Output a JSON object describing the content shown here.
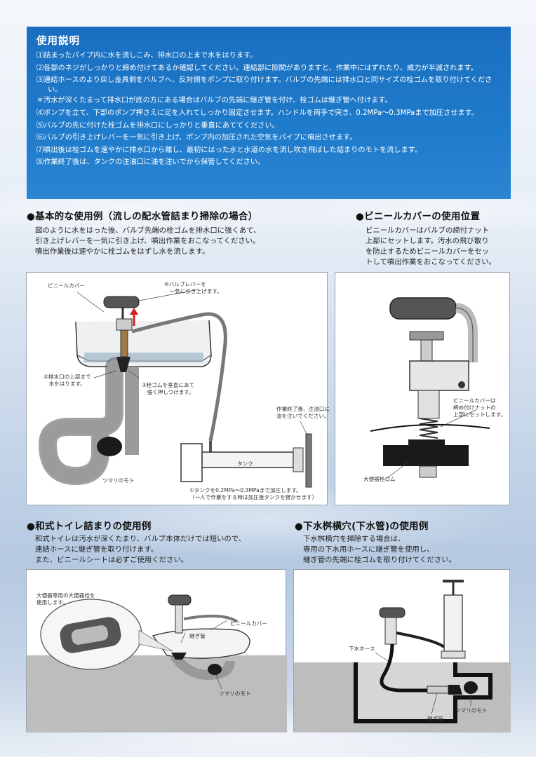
{
  "instructions": {
    "title": "使用説明",
    "steps": [
      "⑴詰まったパイプ内に水を流しこみ、排水口の上まで水をはります。",
      "⑵各部のネジがしっかりと締め付けてあるか確認してください。連結部に隙間がありますと、作業中にはずれたり、威力が半減されます。",
      "⑶連結ホースのより戻し金具側をバルブへ、反対側をポンプに取り付けます。バルブの先端には排水口と同サイズの栓ゴムを取り付けてください。",
      "＊汚水が深くたまって排水口が底の方にある場合はバルブの先端に継ぎ管を付け、栓ゴムは継ぎ管へ付けます。",
      "⑷ポンプを立て、下部のポンプ押さえに足を入れてしっかり固定させます。ハンドルを両手で突き、0.2MPa～0.3MPaまで加圧させます。",
      "⑸バルブの先に付けた栓ゴムを排水口にしっかりと垂直にあててください。",
      "⑹バルブの引き上げレバーを一気に引き上げ、ポンプ内の加圧された空気をパイプに噴出させます。",
      "⑺噴出後は栓ゴムを速やかに排水口から離し、最初にはった水と水道の水を流し吹き飛ばした詰まりのモトを流します。",
      "⑻作業終了後は、タンクの注油口に油を注いでから保管してください。"
    ]
  },
  "sections": {
    "basic": {
      "title": "●基本的な使用例（流しの配水管詰まり掃除の場合）",
      "desc": [
        "図のように水をはった後、バルブ先端の栓ゴムを排水口に強くあて、",
        "引き上げレバーを一気に引き上げ、噴出作業をおこなってください。",
        "噴出作業後は速やかに栓ゴムをはずし水を流します。"
      ],
      "labels": {
        "vinyl_cover": "ビニールカバー",
        "valve_lever": "④バルブレバーを\n　一気に引き上げます。",
        "drain_water": "②排水口の上部まで\n　水をはります。",
        "plug_rubber": "③栓ゴムを垂直にあて\n　強く押しつけます。",
        "oil_note": "作業終了後、注油口に\n油を注いでください。",
        "tank": "タンク",
        "clog": "ツマリのモト",
        "pressure_note": "①タンクを0.2MPa～0.3MPaまで加圧します。\n（一人で作業をする時は加圧後タンクを寝かせます）"
      }
    },
    "vinyl": {
      "title": "●ビニールカバーの使用位置",
      "desc": [
        "ビニールカバーはバルブの締付ナット",
        "上部にセットします。汚水の飛び散り",
        "を防止するためビニールカバーをセッ",
        "トして噴出作業をおこなってください。"
      ],
      "labels": {
        "cover_note": "ビニールカバーは\n締め付けナットの\n上部にセットします。",
        "toilet_plug": "大便器栓ゴム"
      }
    },
    "toilet": {
      "title": "●和式トイレ詰まりの使用例",
      "desc": [
        "和式トイレは汚水が深くたまり、バルブ本体だけでは短いので、",
        "連結ホースに継ぎ管を取り付けます。",
        "また、ビニールシートは必ずご使用ください。"
      ],
      "labels": {
        "special_plug": "大便器専用の大便器栓を\n使用します。",
        "vinyl_cover": "ビニールカバー",
        "joint_pipe": "継ぎ管",
        "clog": "ツマリのモト"
      }
    },
    "sewer": {
      "title": "●下水桝横穴(下水管)の使用例",
      "desc": [
        "下水桝横穴を掃除する場合は、",
        "専用の下水用ホースに継ぎ管を使用し、",
        "継ぎ管の先端に栓ゴムを取り付けてください。"
      ],
      "labels": {
        "sewer_hose": "下水ホース",
        "joint_pipe": "継ぎ管",
        "clog": "ツマリのモト"
      }
    }
  },
  "colors": {
    "header_blue": "#1f7bcb",
    "lever_arrow": "#d81e1e"
  }
}
